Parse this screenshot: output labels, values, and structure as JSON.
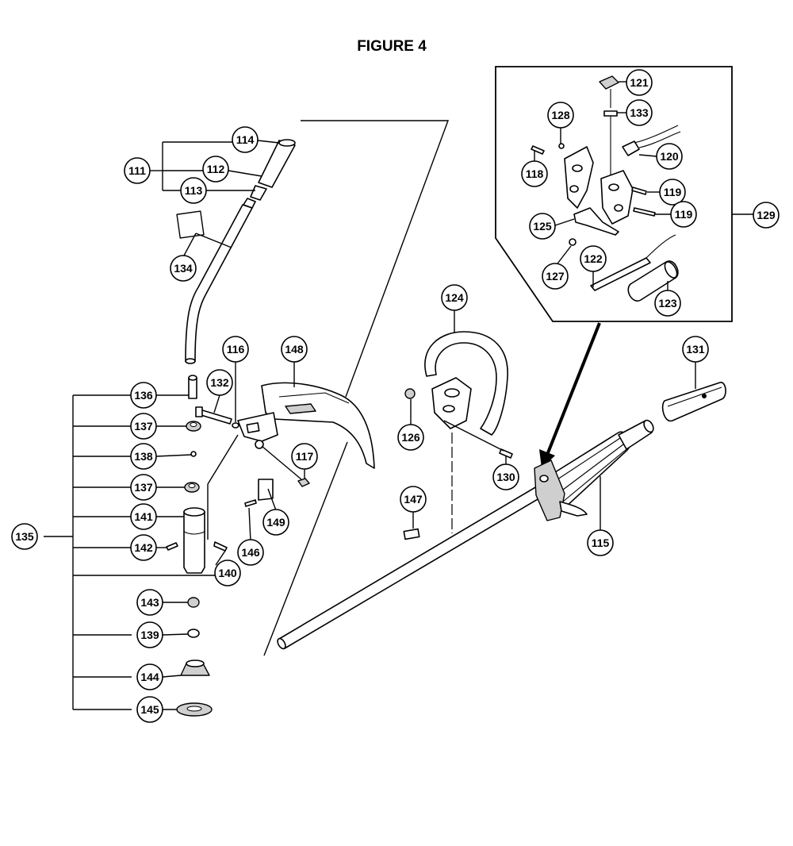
{
  "figure_title": "FIGURE 4",
  "callouts": [
    {
      "key": "p111",
      "label": "111"
    },
    {
      "key": "p112",
      "label": "112"
    },
    {
      "key": "p113",
      "label": "113"
    },
    {
      "key": "p114",
      "label": "114"
    },
    {
      "key": "p115",
      "label": "115"
    },
    {
      "key": "p116",
      "label": "116"
    },
    {
      "key": "p117",
      "label": "117"
    },
    {
      "key": "p118",
      "label": "118"
    },
    {
      "key": "p119a",
      "label": "119"
    },
    {
      "key": "p119b",
      "label": "119"
    },
    {
      "key": "p120",
      "label": "120"
    },
    {
      "key": "p121",
      "label": "121"
    },
    {
      "key": "p122",
      "label": "122"
    },
    {
      "key": "p123",
      "label": "123"
    },
    {
      "key": "p124",
      "label": "124"
    },
    {
      "key": "p125",
      "label": "125"
    },
    {
      "key": "p126",
      "label": "126"
    },
    {
      "key": "p127",
      "label": "127"
    },
    {
      "key": "p128",
      "label": "128"
    },
    {
      "key": "p129",
      "label": "129"
    },
    {
      "key": "p130",
      "label": "130"
    },
    {
      "key": "p131",
      "label": "131"
    },
    {
      "key": "p132",
      "label": "132"
    },
    {
      "key": "p133",
      "label": "133"
    },
    {
      "key": "p134",
      "label": "134"
    },
    {
      "key": "p135",
      "label": "135"
    },
    {
      "key": "p136",
      "label": "136"
    },
    {
      "key": "p137a",
      "label": "137"
    },
    {
      "key": "p137b",
      "label": "137"
    },
    {
      "key": "p138",
      "label": "138"
    },
    {
      "key": "p139",
      "label": "139"
    },
    {
      "key": "p140",
      "label": "140"
    },
    {
      "key": "p141",
      "label": "141"
    },
    {
      "key": "p142",
      "label": "142"
    },
    {
      "key": "p143",
      "label": "143"
    },
    {
      "key": "p144",
      "label": "144"
    },
    {
      "key": "p145",
      "label": "145"
    },
    {
      "key": "p146",
      "label": "146"
    },
    {
      "key": "p147",
      "label": "147"
    },
    {
      "key": "p148",
      "label": "148"
    },
    {
      "key": "p149",
      "label": "149"
    }
  ]
}
